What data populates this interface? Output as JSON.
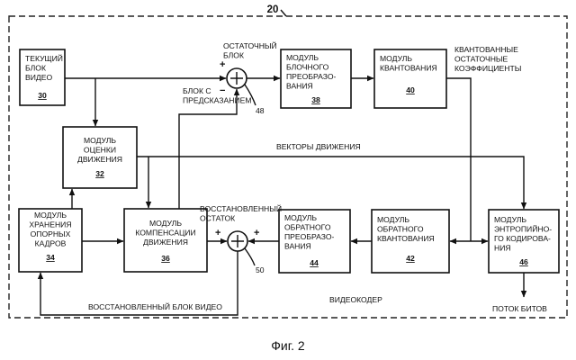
{
  "diagram": {
    "encoder_number": "20",
    "encoder_label": "ВИДЕОКОДЕР",
    "caption": "Фиг. 2",
    "blocks": {
      "current": {
        "lines": [
          "ТЕКУЩИЙ",
          "БЛОК",
          "ВИДЕО"
        ],
        "num": "30"
      },
      "motion_est": {
        "lines": [
          "МОДУЛЬ",
          "ОЦЕНКИ",
          "ДВИЖЕНИЯ"
        ],
        "num": "32"
      },
      "ref_store": {
        "lines": [
          "МОДУЛЬ",
          "ХРАНЕНИЯ",
          "ОПОРНЫХ",
          "КАДРОВ"
        ],
        "num": "34"
      },
      "motion_comp": {
        "lines": [
          "МОДУЛЬ",
          "КОМПЕНСАЦИИ",
          "ДВИЖЕНИЯ"
        ],
        "num": "36"
      },
      "block_transform": {
        "lines": [
          "МОДУЛЬ",
          "БЛОЧНОГО",
          "ПРЕОБРАЗО-",
          "ВАНИЯ"
        ],
        "num": "38"
      },
      "quant": {
        "lines": [
          "МОДУЛЬ",
          "КВАНТОВАНИЯ"
        ],
        "num": "40"
      },
      "inv_quant": {
        "lines": [
          "МОДУЛЬ",
          "ОБРАТНОГО",
          "КВАНТОВАНИЯ"
        ],
        "num": "42"
      },
      "inv_transform": {
        "lines": [
          "МОДУЛЬ",
          "ОБРАТНОГО",
          "ПРЕОБРАЗО-",
          "ВАНИЯ"
        ],
        "num": "44"
      },
      "entropy": {
        "lines": [
          "МОДУЛЬ",
          "ЭНТРОПИЙНО-",
          "ГО КОДИРОВА-",
          "НИЯ"
        ],
        "num": "46"
      }
    },
    "adders": {
      "residual_sum": {
        "num": "48",
        "top_sign": "+",
        "bottom_sign": "−"
      },
      "recon_sum": {
        "num": "50",
        "left_sign": "+",
        "right_sign": "+"
      }
    },
    "labels": {
      "residual_block": [
        "ОСТАТОЧНЫЙ",
        "БЛОК"
      ],
      "predicted_block": [
        "БЛОК С",
        "ПРЕДСКАЗАНИЕМ"
      ],
      "quantized_coeffs": [
        "КВАНТОВАННЫЕ",
        "ОСТАТОЧНЫЕ",
        "КОЭФФИЦИЕНТЫ"
      ],
      "motion_vectors": "ВЕКТОРЫ ДВИЖЕНИЯ",
      "recon_residual": [
        "ВОССТАНОВЛЕННЫЙ",
        "ОСТАТОК"
      ],
      "recon_video_block": "ВОССТАНОВЛЕННЫЙ БЛОК ВИДЕО",
      "bitstream": "ПОТОК БИТОВ"
    }
  }
}
